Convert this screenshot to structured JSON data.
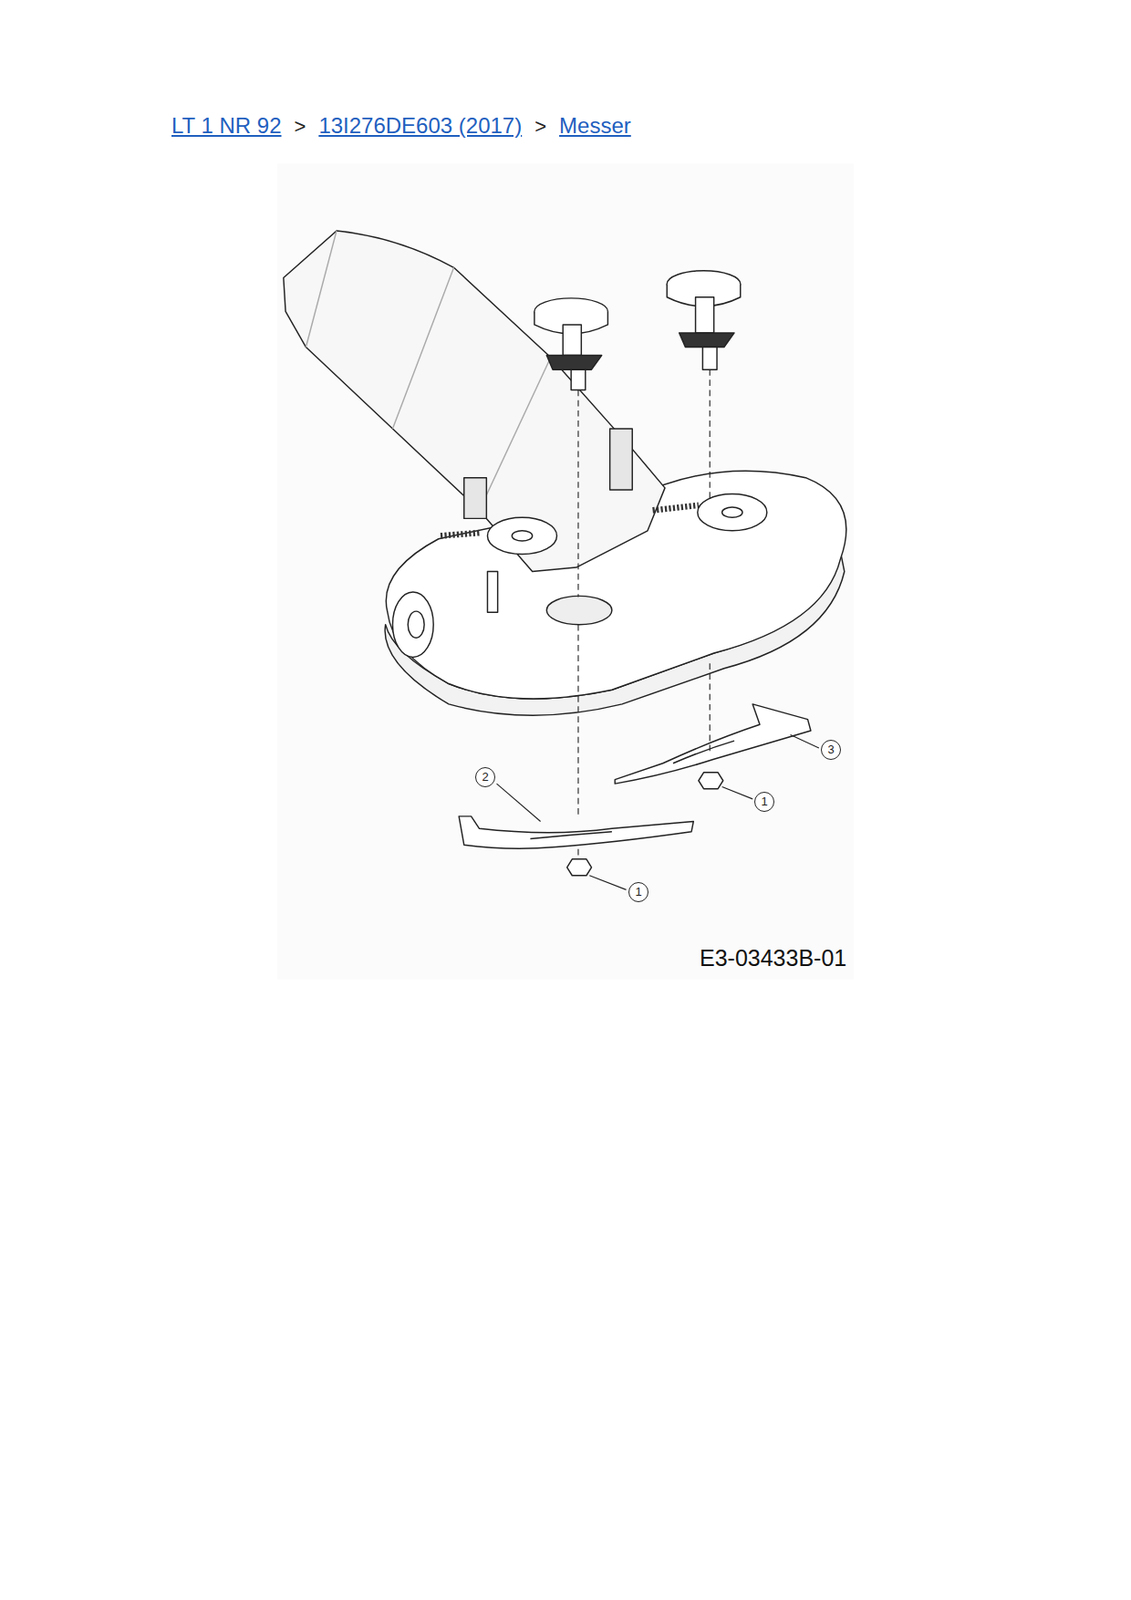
{
  "diagram": {
    "labels": [
      "LT 1 NR 92",
      ">",
      "13I276DE603 (2017)",
      ">",
      "Messer",
      "3",
      "2",
      "1",
      "1",
      "E3-03433B-01"
    ]
  }
}
